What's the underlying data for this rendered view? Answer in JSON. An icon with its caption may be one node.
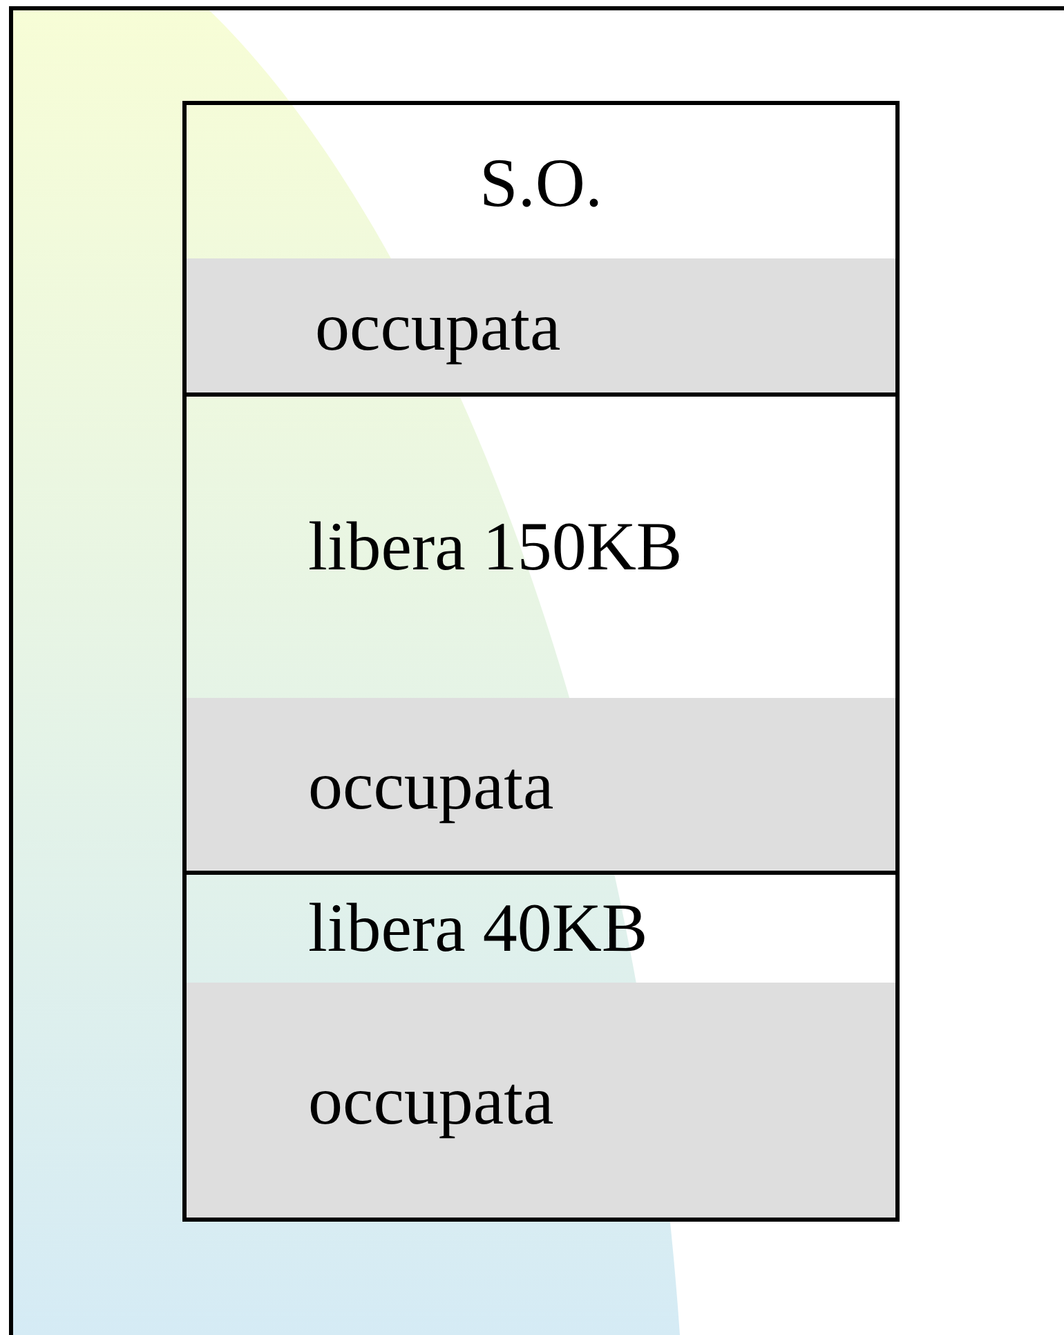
{
  "diagram": {
    "nodes": [
      {
        "text": [
          "S.O."
        ]
      },
      {
        "text": [
          "occupata"
        ]
      },
      {
        "text": [
          "libera 150KB"
        ]
      },
      {
        "text": [
          "occupata"
        ]
      },
      {
        "text": [
          "libera 40KB"
        ]
      },
      {
        "text": [
          "occupata"
        ]
      }
    ]
  }
}
